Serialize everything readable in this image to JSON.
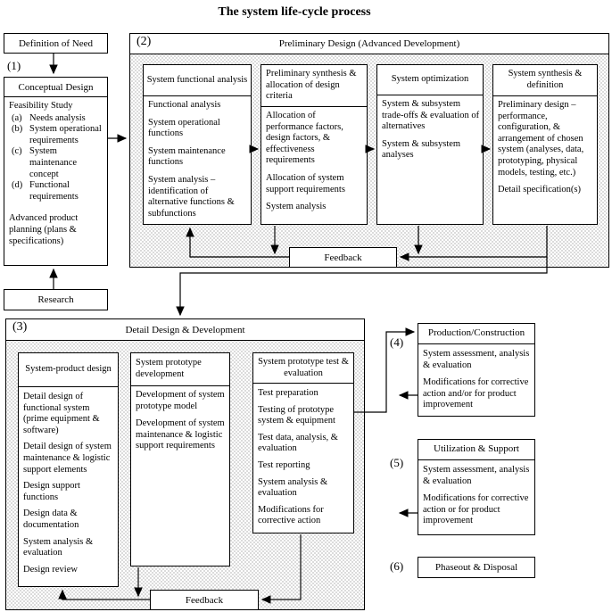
{
  "title": "The system life-cycle process",
  "definition_of_need": {
    "label": "Definition of Need"
  },
  "research": {
    "label": "Research"
  },
  "phase1": {
    "number": "(1)",
    "header": "Conceptual Design",
    "section_title": "Feasibility Study",
    "list": [
      {
        "letter": "(a)",
        "text": "Needs analysis"
      },
      {
        "letter": "(b)",
        "text": "System operational requirements"
      },
      {
        "letter": "(c)",
        "text": "System maintenance concept"
      },
      {
        "letter": "(d)",
        "text": "Functional requirements"
      }
    ],
    "footer": "Advanced product planning (plans & specifications)"
  },
  "phase2": {
    "number": "(2)",
    "header": "Preliminary Design (Advanced Development)",
    "feedback_label": "Feedback",
    "columns": [
      {
        "title": "System functional analysis",
        "items": [
          "Functional analysis",
          "System operational functions",
          "System maintenance functions",
          "System analysis – identification of alternative functions & subfunctions"
        ]
      },
      {
        "title": "Preliminary synthesis & allocation of design criteria",
        "items": [
          "Allocation of performance factors, design factors, & effectiveness requirements",
          "Allocation of system support requirements",
          "System analysis"
        ]
      },
      {
        "title": "System optimization",
        "items": [
          "System & subsystem trade-offs & evaluation of alternatives",
          "System & subsystem analyses"
        ]
      },
      {
        "title": "System synthesis & definition",
        "items": [
          "Preliminary design – performance, configuration, & arrangement of chosen system (analyses, data, prototyping, physical models, testing, etc.)",
          "Detail specification(s)"
        ]
      }
    ]
  },
  "phase3": {
    "number": "(3)",
    "header": "Detail Design & Development",
    "feedback_label": "Feedback",
    "columns": [
      {
        "title": "System-product design",
        "items": [
          "Detail design of functional system (prime equipment & software)",
          "Detail design of system maintenance & logistic support elements",
          "Design support functions",
          "Design data & documentation",
          "System analysis & evaluation",
          "Design review"
        ]
      },
      {
        "title": "System prototype development",
        "items": [
          "Development of system prototype model",
          "Development of system maintenance & logistic support requirements"
        ]
      },
      {
        "title": "System prototype test & evaluation",
        "items": [
          "Test preparation",
          "Testing of prototype system & equipment",
          "Test data, analysis, & evaluation",
          "Test reporting",
          "System analysis & evaluation",
          "Modifications for corrective action"
        ]
      }
    ]
  },
  "phase4": {
    "number": "(4)",
    "header": "Production/Construction",
    "items": [
      "System assessment, analysis & evaluation",
      "Modifications for corrective action and/or for product improvement"
    ]
  },
  "phase5": {
    "number": "(5)",
    "header": "Utilization & Support",
    "items": [
      "System assessment, analysis & evaluation",
      "Modifications for corrective action or for product improvement"
    ]
  },
  "phase6": {
    "number": "(6)",
    "header": "Phaseout & Disposal"
  },
  "colors": {
    "line": "#000000",
    "hatch_dot": "#6f6f6f",
    "background": "#ffffff"
  }
}
